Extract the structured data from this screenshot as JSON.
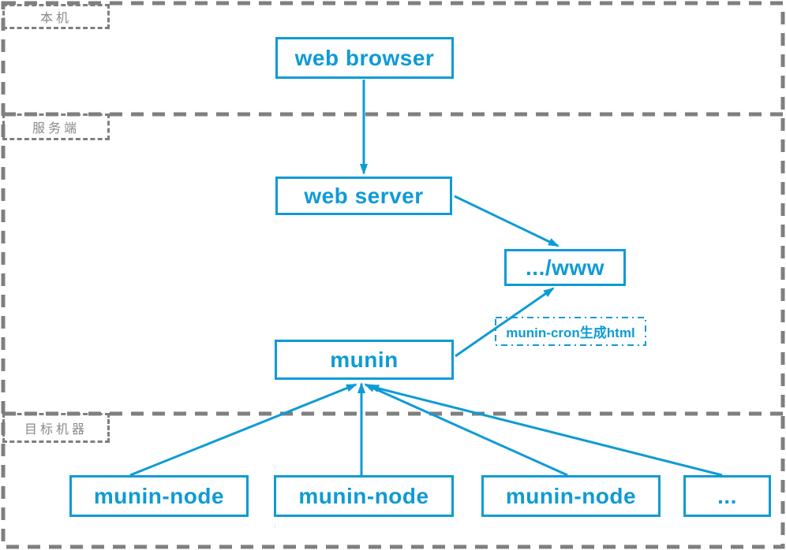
{
  "diagram": {
    "type": "architecture-flow",
    "colors": {
      "accent": "#0E9BD5",
      "region_border": "#7F7F7F",
      "region_label_text": "#8A8A8A",
      "background": "#FFFFFF"
    },
    "regions": [
      {
        "label": "本机"
      },
      {
        "label": "服务端"
      },
      {
        "label": "目标机器"
      }
    ],
    "nodes": [
      {
        "id": "web-browser",
        "label": "web browser",
        "region": "本机"
      },
      {
        "id": "web-server",
        "label": "web server",
        "region": "服务端"
      },
      {
        "id": "www-dir",
        "label": ".../www",
        "region": "服务端"
      },
      {
        "id": "munin",
        "label": "munin",
        "region": "服务端"
      },
      {
        "id": "munin-node-1",
        "label": "munin-node",
        "region": "目标机器"
      },
      {
        "id": "munin-node-2",
        "label": "munin-node",
        "region": "目标机器"
      },
      {
        "id": "munin-node-3",
        "label": "munin-node",
        "region": "目标机器"
      },
      {
        "id": "more-nodes",
        "label": "...",
        "region": "目标机器"
      }
    ],
    "edges": [
      {
        "from": "web-browser",
        "to": "web-server",
        "label": ""
      },
      {
        "from": "web-server",
        "to": "www-dir",
        "label": ""
      },
      {
        "from": "munin",
        "to": "www-dir",
        "label": "munin-cron生成html"
      },
      {
        "from": "munin-node-1",
        "to": "munin",
        "label": ""
      },
      {
        "from": "munin-node-2",
        "to": "munin",
        "label": ""
      },
      {
        "from": "munin-node-3",
        "to": "munin",
        "label": ""
      },
      {
        "from": "more-nodes",
        "to": "munin",
        "label": ""
      }
    ]
  }
}
